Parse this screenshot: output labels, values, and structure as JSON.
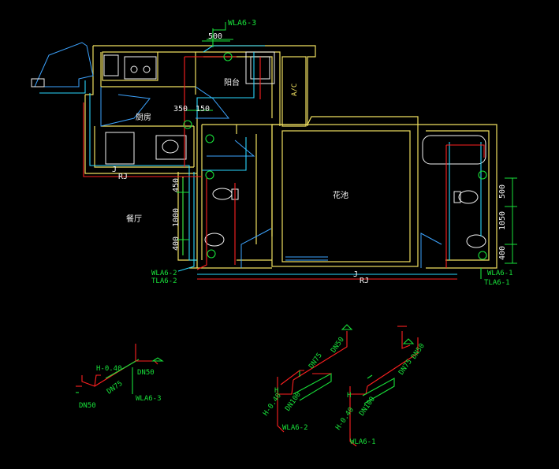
{
  "plan_labels": {
    "wla6_3_top": "WLA6-3",
    "dim_500_top": "500",
    "balcony": "阳台",
    "ac": "A/C",
    "kitchen": "厨房",
    "dim_350": "350",
    "dim_150": "150",
    "j_left": "J",
    "rj_left": "RJ",
    "dim_450": "450",
    "dim_1000": "1000",
    "dim_400_left": "400",
    "dining": "餐厅",
    "pool": "花池",
    "dim_500_right": "500",
    "dim_1050": "1050",
    "dim_400_right": "400",
    "wla6_2_plan": "WLA6-2",
    "tla6_2_plan": "TLA6-2",
    "j_bottom": "J",
    "rj_bottom": "RJ",
    "wla6_1_plan": "WLA6-1",
    "tla6_1_plan": "TLA6-1"
  },
  "iso_labels": {
    "h040_a": "H-0.40",
    "dn50_a1": "DN50",
    "dn75_a": "DN75",
    "dn50_a2": "DN50",
    "wla6_3_iso": "WLA6-3",
    "h_b": "H",
    "h040_b": "H-0.40",
    "dn100_b": "DN100",
    "dn75_b": "DN75",
    "dn50_b": "DN50",
    "wla6_2_iso": "WLA6-2",
    "h_c": "H",
    "h040_c": "H-0.40",
    "dn100_c": "DN100",
    "dn75_c": "DN75",
    "dn50_c": "DN50",
    "wla6_1_iso": "WLA6-1"
  },
  "colors": {
    "background": "#000000",
    "wall": "#f0e060",
    "cold_water": "#2ad7ff",
    "hot_water": "#ff2020",
    "drain": "#18e23a",
    "text_white": "#f2f2f2",
    "furniture_blue": "#3da4ff"
  }
}
